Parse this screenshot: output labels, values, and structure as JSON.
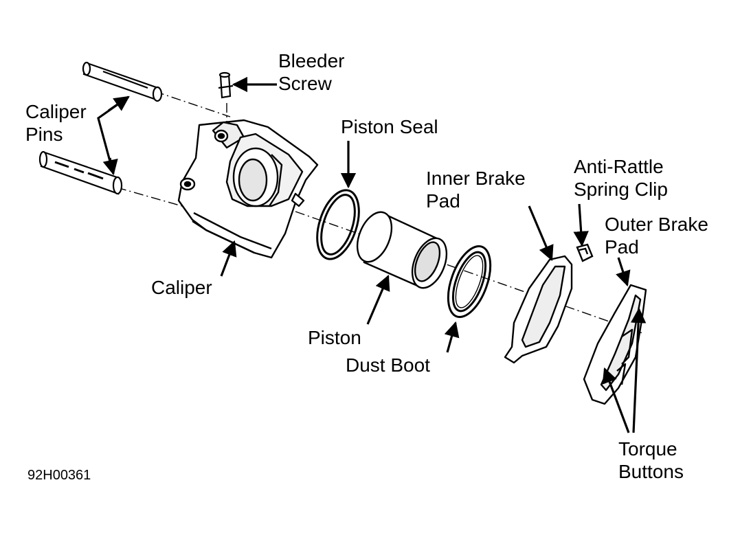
{
  "labels": {
    "bleeder_screw": [
      "Bleeder",
      "Screw"
    ],
    "caliper_pins": [
      "Caliper",
      "Pins"
    ],
    "piston_seal": "Piston Seal",
    "inner_brake_pad": [
      "Inner Brake",
      "Pad"
    ],
    "anti_rattle": [
      "Anti-Rattle",
      "Spring Clip"
    ],
    "outer_brake_pad": [
      "Outer Brake",
      "Pad"
    ],
    "caliper": "Caliper",
    "piston": "Piston",
    "dust_boot": "Dust Boot",
    "torque_buttons": [
      "Torque",
      "Buttons"
    ]
  },
  "figure_code": "92H00361",
  "colors": {
    "ink": "#000000",
    "paper": "#ffffff",
    "shade": "#d9d9d9"
  }
}
